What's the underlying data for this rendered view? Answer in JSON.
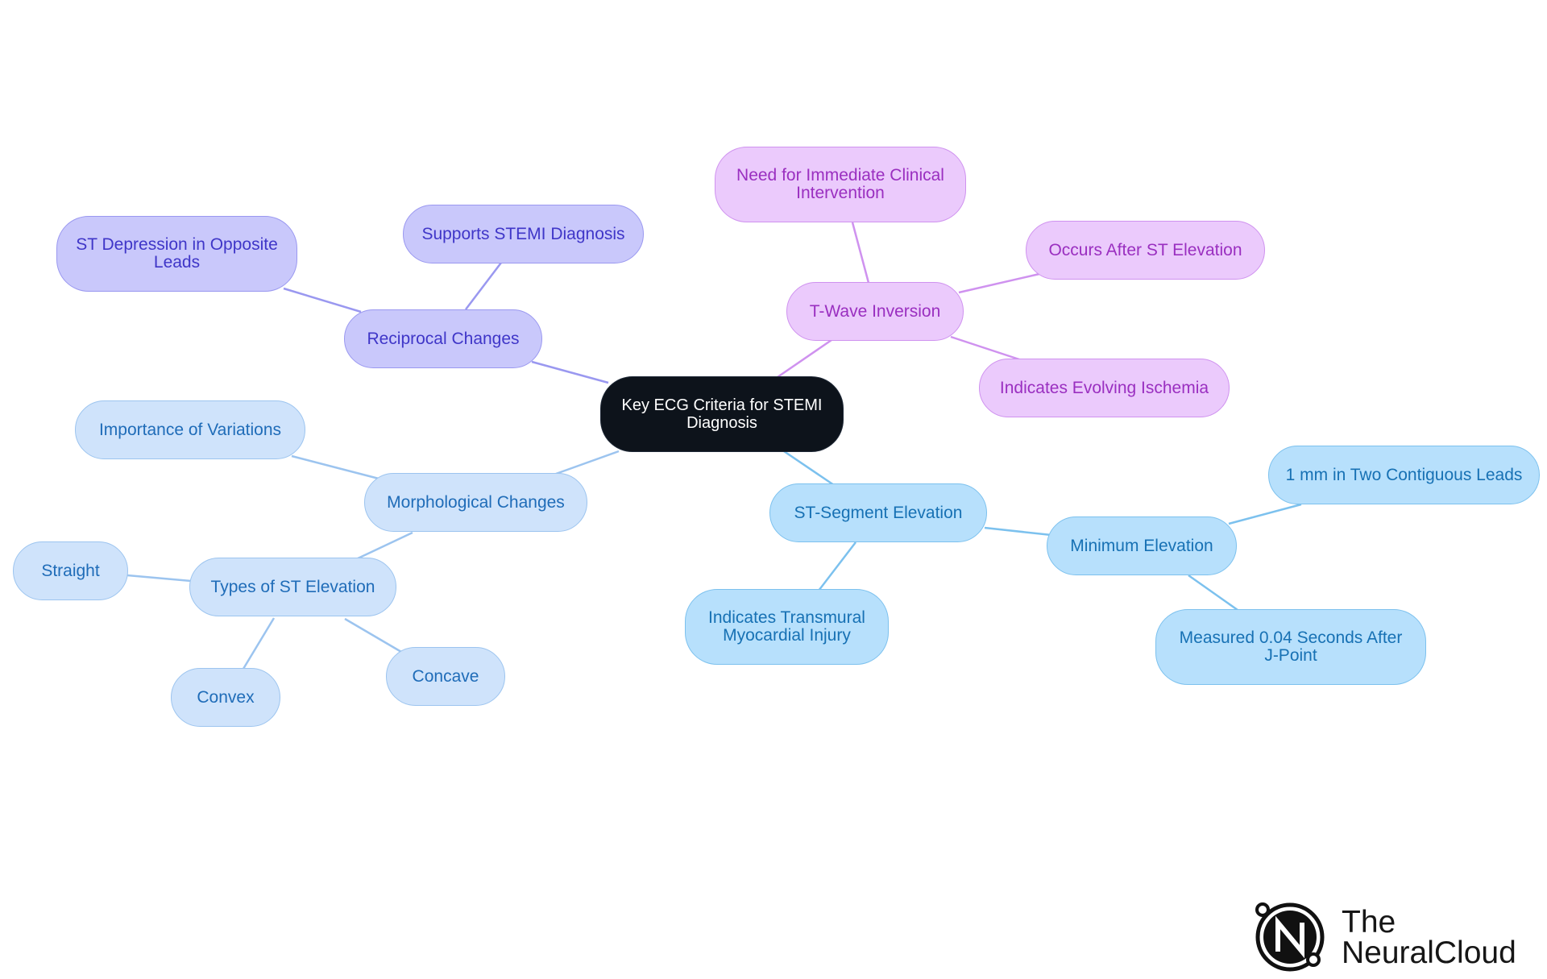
{
  "diagram": {
    "root": "Key ECG Criteria for STEMI Diagnosis",
    "branches": [
      {
        "label": "Reciprocal Changes",
        "children": [
          {
            "label": "ST Depression in Opposite Leads"
          },
          {
            "label": "Supports STEMI Diagnosis"
          }
        ]
      },
      {
        "label": "T-Wave Inversion",
        "children": [
          {
            "label": "Need for Immediate Clinical Intervention"
          },
          {
            "label": "Occurs After ST Elevation"
          },
          {
            "label": "Indicates Evolving Ischemia"
          }
        ]
      },
      {
        "label": "Morphological Changes",
        "children": [
          {
            "label": "Importance of Variations"
          },
          {
            "label": "Types of ST Elevation",
            "children": [
              {
                "label": "Straight"
              },
              {
                "label": "Convex"
              },
              {
                "label": "Concave"
              }
            ]
          }
        ]
      },
      {
        "label": "ST-Segment Elevation",
        "children": [
          {
            "label": "Minimum Elevation",
            "children": [
              {
                "label": "1 mm in Two Contiguous Leads"
              },
              {
                "label": "Measured 0.04 Seconds After J-Point"
              }
            ]
          },
          {
            "label": "Indicates Transmural Myocardial Injury"
          }
        ]
      }
    ]
  },
  "colors": {
    "root": "#0d131b",
    "reciprocal": "#c9c8fb",
    "t_wave": "#ebcafc",
    "morphological": "#cfe3fb",
    "st_segment": "#b7e0fc"
  },
  "logo": {
    "line1": "The",
    "line2": "NeuralCloud"
  }
}
